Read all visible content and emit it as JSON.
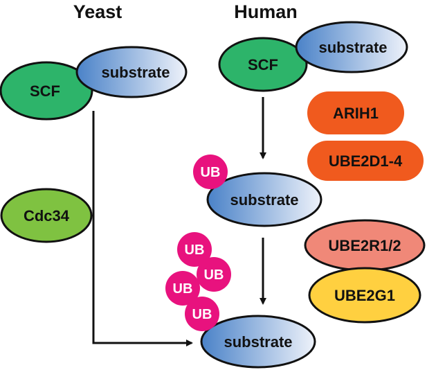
{
  "titles": {
    "yeast": "Yeast",
    "human": "Human"
  },
  "labels": {
    "scf": "SCF",
    "substrate": "substrate",
    "cdc34": "Cdc34",
    "arih1": "ARIH1",
    "ube2d": "UBE2D1-4",
    "ube2r": "UBE2R1/2",
    "ube2g1": "UBE2G1",
    "ub": "UB"
  },
  "colors": {
    "scf_green": "#2db46a",
    "substrate_blue_dark": "#4a82c8",
    "substrate_blue_light": "#eef2fa",
    "cdc34_green": "#7fc241",
    "arih_orange": "#f05a1e",
    "ube2r_salmon": "#f08878",
    "ube2g1_yellow": "#ffd040",
    "ub_magenta": "#e8127e"
  }
}
